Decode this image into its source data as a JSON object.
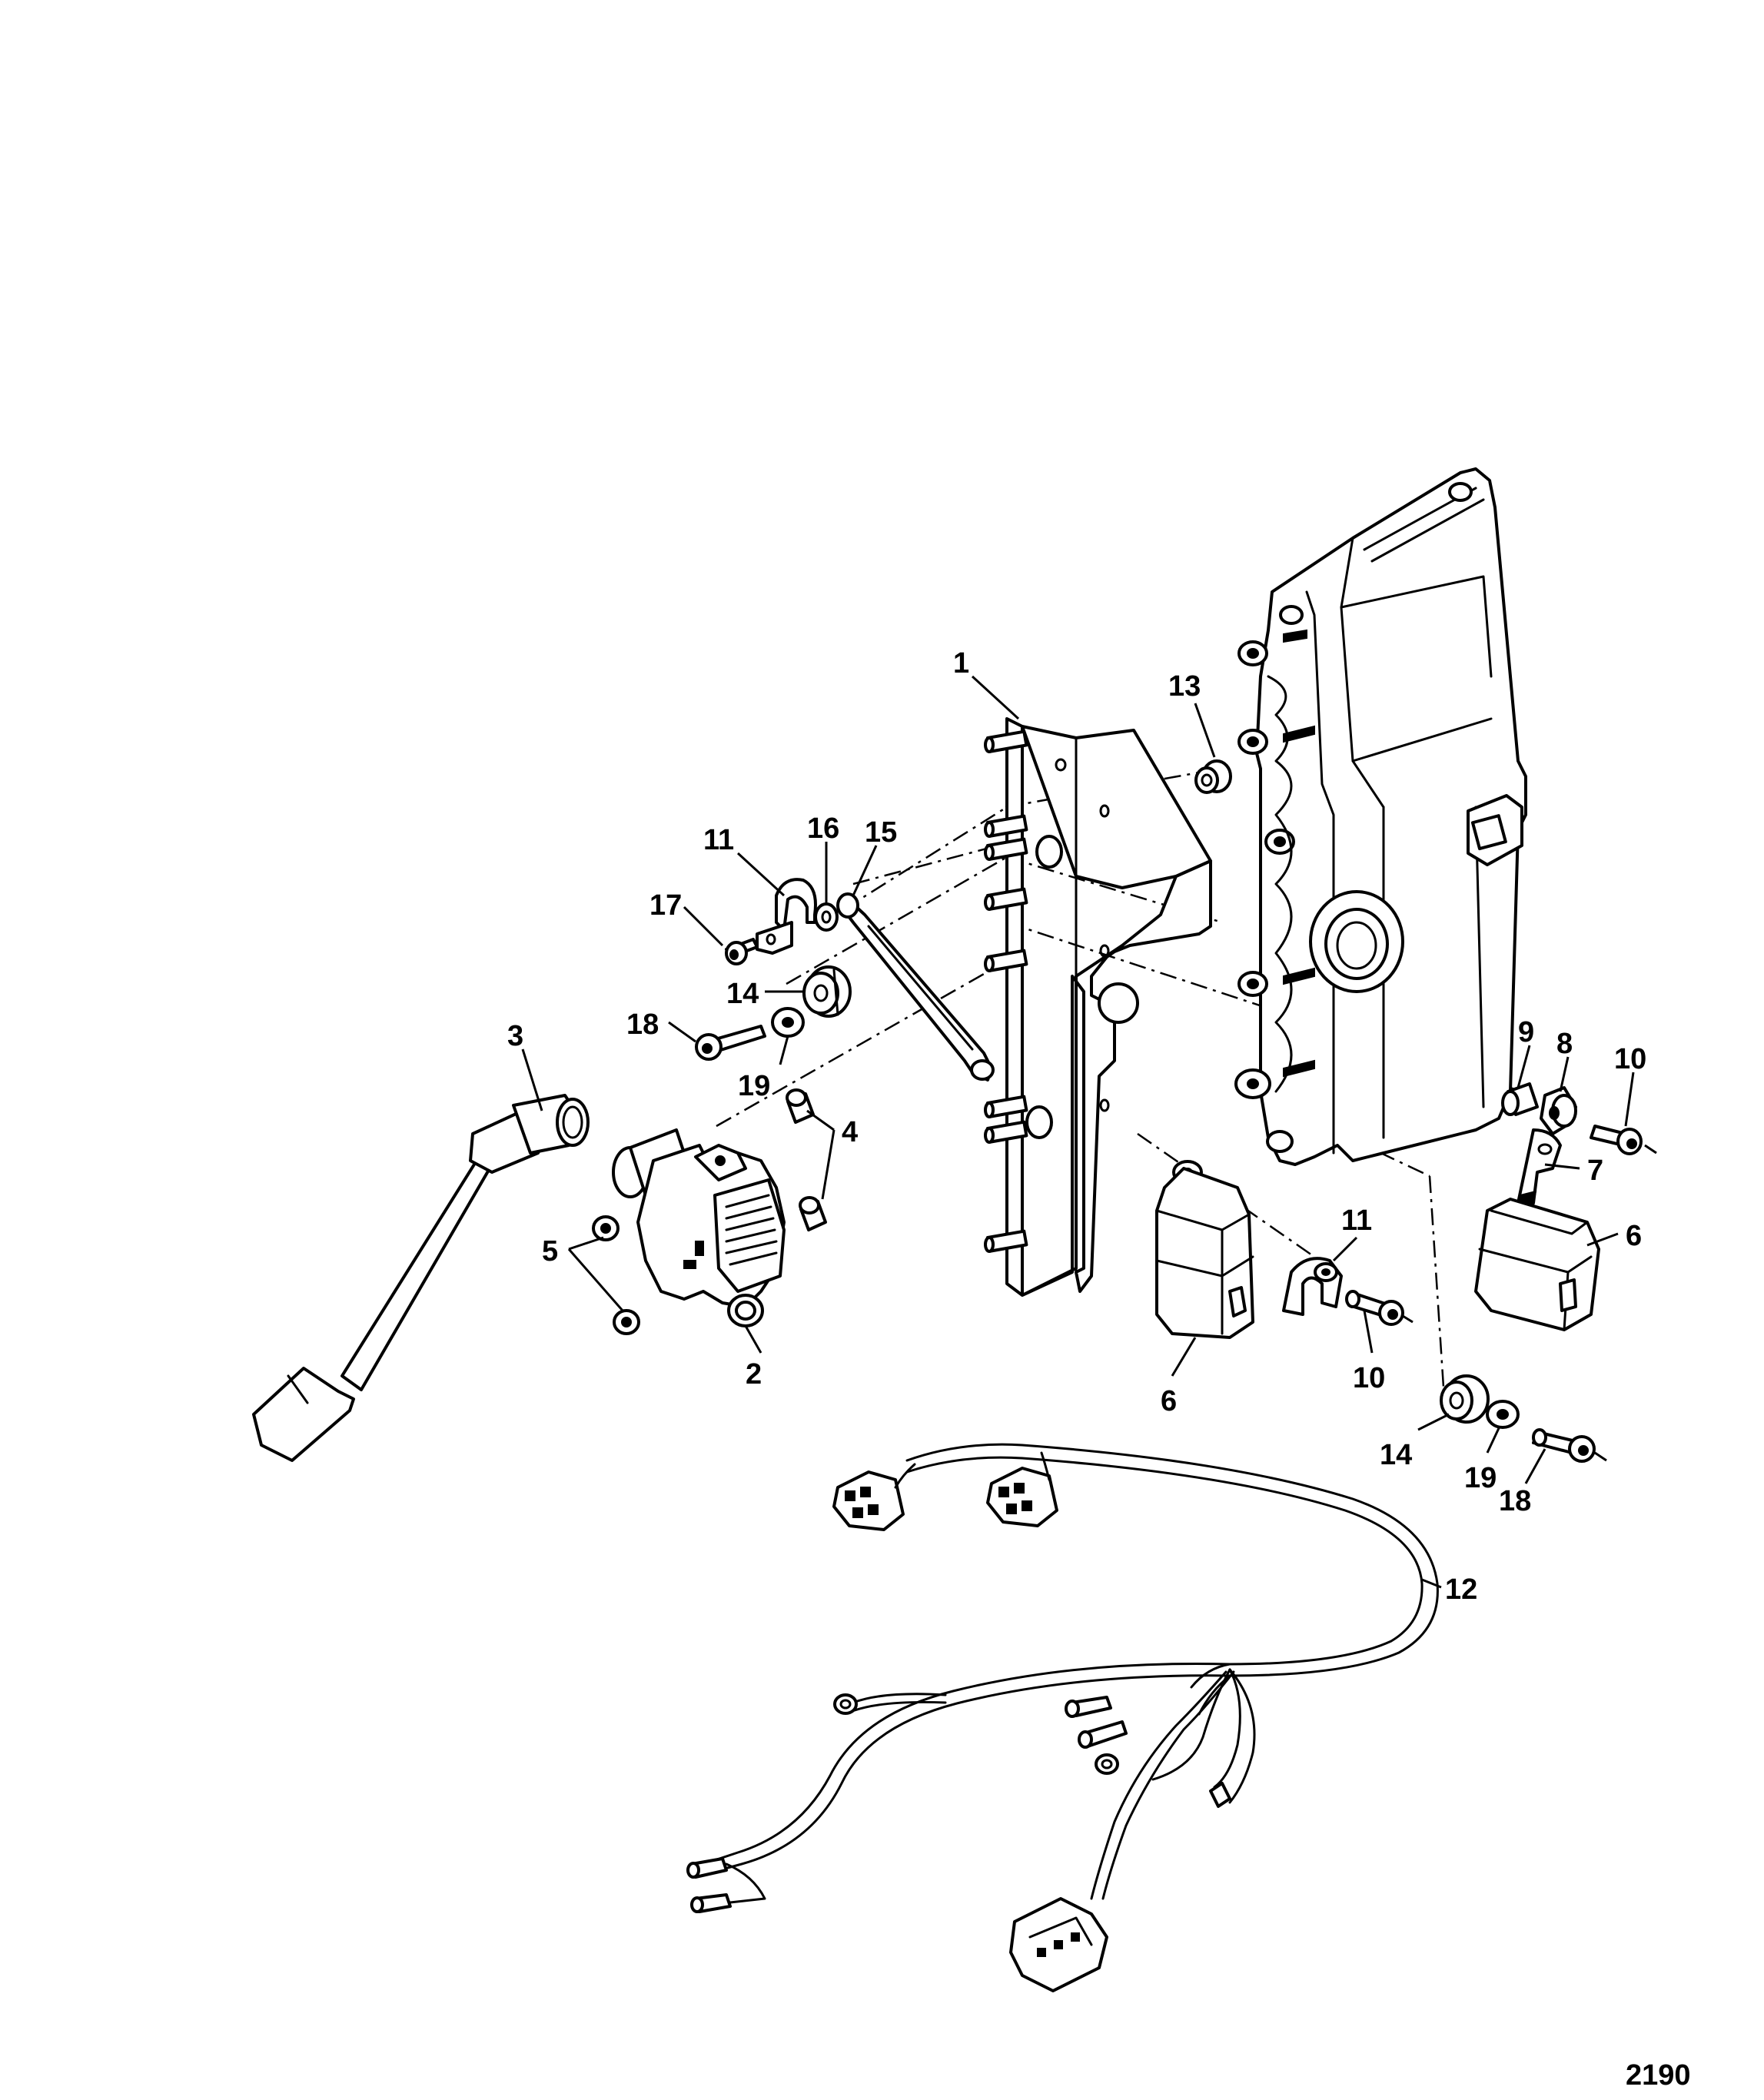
{
  "callouts": [
    "1",
    "2",
    "3",
    "4",
    "5",
    "6",
    "6",
    "7",
    "8",
    "9",
    "10",
    "10",
    "11",
    "11",
    "12",
    "13",
    "14",
    "14",
    "15",
    "16",
    "17",
    "18",
    "18",
    "19",
    "19"
  ],
  "figure_number": "2190"
}
